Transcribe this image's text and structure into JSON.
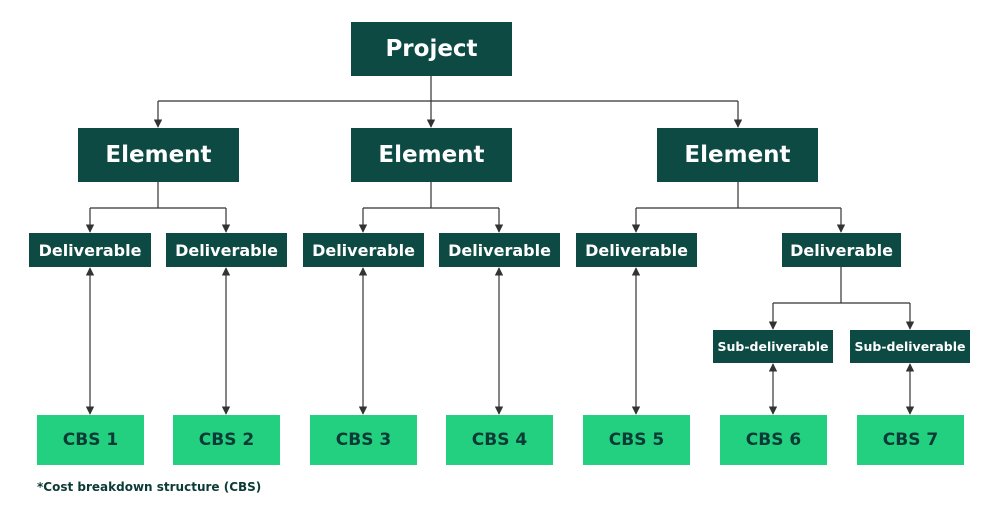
{
  "root": {
    "label": "Project"
  },
  "elements": [
    {
      "label": "Element"
    },
    {
      "label": "Element"
    },
    {
      "label": "Element"
    }
  ],
  "deliverables": [
    {
      "label": "Deliverable"
    },
    {
      "label": "Deliverable"
    },
    {
      "label": "Deliverable"
    },
    {
      "label": "Deliverable"
    },
    {
      "label": "Deliverable"
    },
    {
      "label": "Deliverable"
    }
  ],
  "sub_deliverables": [
    {
      "label": "Sub-deliverable"
    },
    {
      "label": "Sub-deliverable"
    }
  ],
  "cbs": [
    {
      "label": "CBS 1"
    },
    {
      "label": "CBS 2"
    },
    {
      "label": "CBS 3"
    },
    {
      "label": "CBS 4"
    },
    {
      "label": "CBS 5"
    },
    {
      "label": "CBS 6"
    },
    {
      "label": "CBS 7"
    }
  ],
  "footnote": "*Cost breakdown structure (CBS)",
  "colors": {
    "dark_node": "#0e4a44",
    "cbs_node": "#22d07f",
    "line": "#333333"
  }
}
